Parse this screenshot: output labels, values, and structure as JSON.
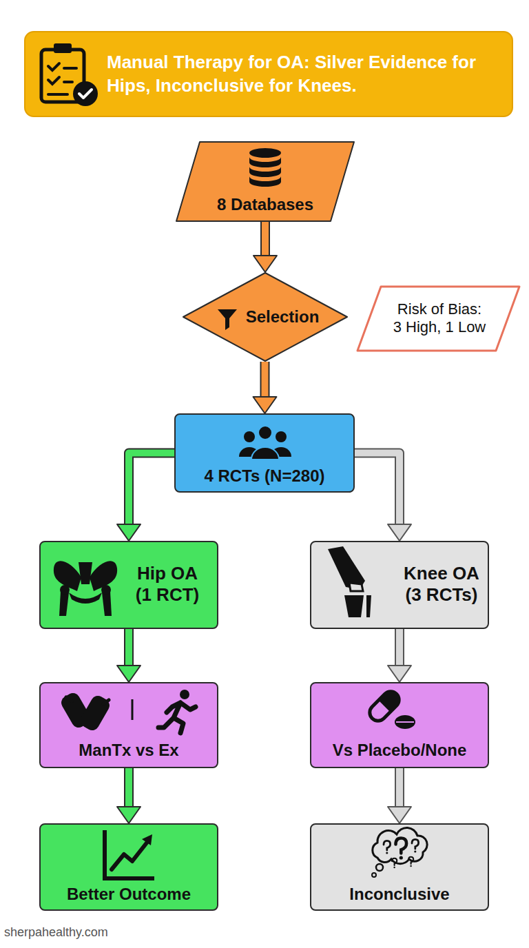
{
  "diagram": {
    "title": "Manual Therapy for OA: Silver Evidence for Hips, Inconclusive for Knees.",
    "nodes": [
      {
        "text": [
          "8 Databases"
        ]
      },
      {
        "text": [
          "Selection"
        ]
      },
      {
        "text": [
          "Risk of Bias:",
          "3 High, 1 Low"
        ]
      },
      {
        "text": [
          "4 RCTs (N=280)"
        ]
      },
      {
        "text": [
          "Hip OA",
          "(1 RCT)"
        ]
      },
      {
        "text": [
          "Knee OA",
          "(3 RCTs)"
        ]
      },
      {
        "text": [
          "ManTx vs Ex"
        ]
      },
      {
        "text": [
          "Vs Placebo/None"
        ]
      },
      {
        "text": [
          "Better Outcome"
        ]
      },
      {
        "text": [
          "Inconclusive"
        ]
      }
    ],
    "edges": [
      {
        "from": 0,
        "to": 1,
        "arrow": "to"
      },
      {
        "from": 1,
        "to": 3,
        "arrow": "to"
      },
      {
        "from": 3,
        "to": 4,
        "arrow": "to"
      },
      {
        "from": 3,
        "to": 5,
        "arrow": "to"
      },
      {
        "from": 4,
        "to": 6,
        "arrow": "to"
      },
      {
        "from": 6,
        "to": 8,
        "arrow": "to"
      },
      {
        "from": 5,
        "to": 7,
        "arrow": "to"
      },
      {
        "from": 7,
        "to": 9,
        "arrow": "to"
      }
    ],
    "labels": [
      "sherpahealthy.com"
    ]
  }
}
